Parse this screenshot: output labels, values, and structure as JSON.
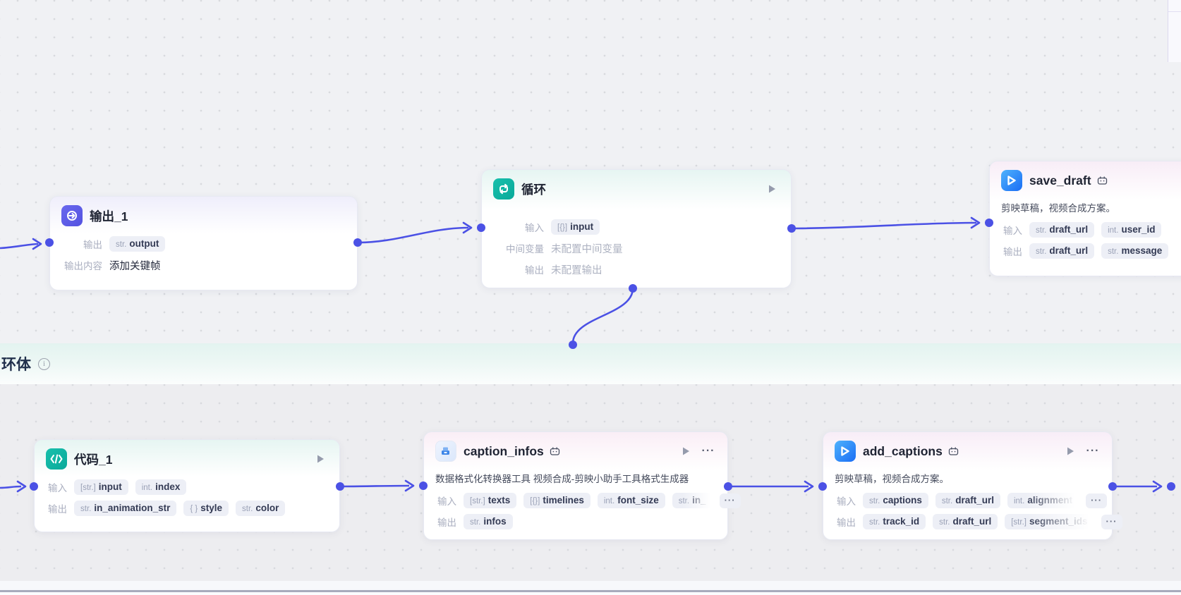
{
  "labels": {
    "input": "输入",
    "output": "输出",
    "intermediate_var": "中间变量",
    "output_content": "输出内容",
    "loop_body": "环体",
    "more": "···"
  },
  "colors": {
    "wire": "#4b51e5",
    "accent_indigo": "#5352e0",
    "accent_teal": "#0fb3a3",
    "accent_blue": "#1a6df5",
    "loop_band_tint": "#e3f3f0"
  },
  "nodes": {
    "output_1": {
      "title": "输出_1",
      "output_field": {
        "type": "str.",
        "name": "output"
      },
      "output_content_value": "添加关键帧"
    },
    "loop": {
      "title": "循环",
      "input_field": {
        "type": "[{}]",
        "name": "input"
      },
      "intermediate_value": "未配置中间变量",
      "output_value": "未配置输出"
    },
    "save_draft": {
      "title": "save_draft",
      "description": "剪映草稿，视频合成方案。",
      "inputs": [
        {
          "type": "str.",
          "name": "draft_url"
        },
        {
          "type": "int.",
          "name": "user_id"
        }
      ],
      "outputs": [
        {
          "type": "str.",
          "name": "draft_url"
        },
        {
          "type": "str.",
          "name": "message"
        }
      ]
    },
    "code_1": {
      "title": "代码_1",
      "inputs": [
        {
          "type": "[str.]",
          "name": "input"
        },
        {
          "type": "int.",
          "name": "index"
        }
      ],
      "outputs": [
        {
          "type": "str.",
          "name": "in_animation_str"
        },
        {
          "type": "{ }",
          "name": "style"
        },
        {
          "type": "str.",
          "name": "color"
        }
      ]
    },
    "caption_infos": {
      "title": "caption_infos",
      "description": "数据格式化转换器工具 视频合成-剪映小助手工具格式生成器",
      "inputs": [
        {
          "type": "[str.]",
          "name": "texts"
        },
        {
          "type": "[{}]",
          "name": "timelines"
        },
        {
          "type": "int.",
          "name": "font_size"
        },
        {
          "type": "str.",
          "name": "in_"
        }
      ],
      "outputs": [
        {
          "type": "str.",
          "name": "infos"
        }
      ]
    },
    "add_captions": {
      "title": "add_captions",
      "description": "剪映草稿，视频合成方案。",
      "inputs": [
        {
          "type": "str.",
          "name": "captions"
        },
        {
          "type": "str.",
          "name": "draft_url"
        },
        {
          "type": "int.",
          "name": "alignment"
        }
      ],
      "outputs": [
        {
          "type": "str.",
          "name": "track_id"
        },
        {
          "type": "str.",
          "name": "draft_url"
        },
        {
          "type": "[str.]",
          "name": "segment_ids"
        }
      ]
    }
  }
}
